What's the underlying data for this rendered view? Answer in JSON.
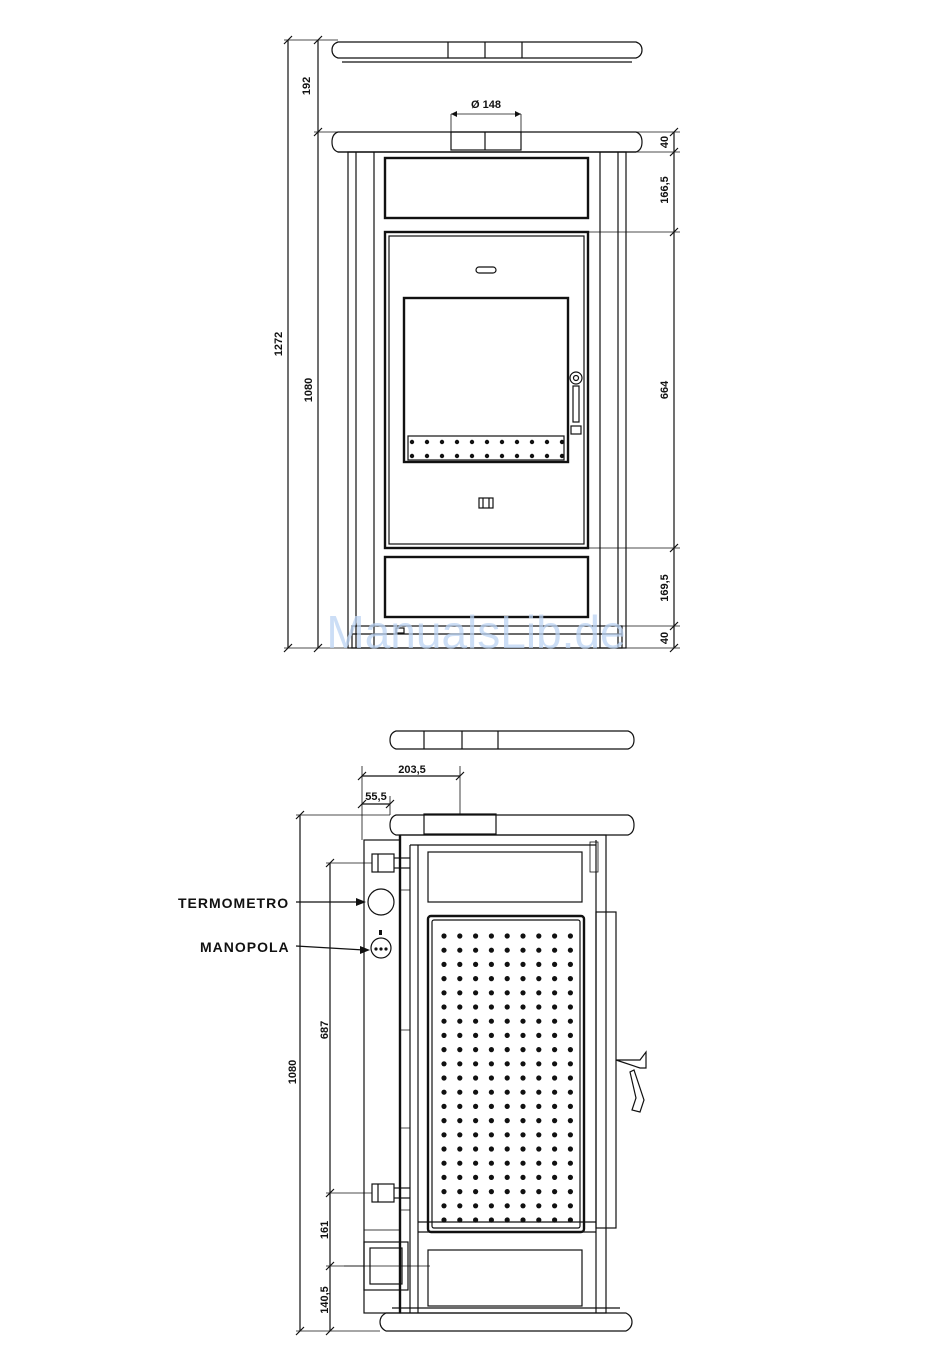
{
  "front_view": {
    "dim_top_cap": "192",
    "dim_total_height": "1272",
    "dim_body_height": "1080",
    "dim_flue_diameter": "Ø 148",
    "dim_top_band": "40",
    "dim_upper_panel": "166,5",
    "dim_door": "664",
    "dim_lower_panel": "169,5",
    "dim_bottom_band": "40"
  },
  "side_view": {
    "dim_flue_offset": "203,5",
    "dim_rear_offset": "55,5",
    "dim_body_height": "1080",
    "dim_inlet_span": "687",
    "dim_lower_gap": "161",
    "dim_base": "140,5",
    "label_thermometer": "TERMOMETRO",
    "label_knob": "MANOPOLA"
  },
  "watermark": "ManualsLib.de"
}
